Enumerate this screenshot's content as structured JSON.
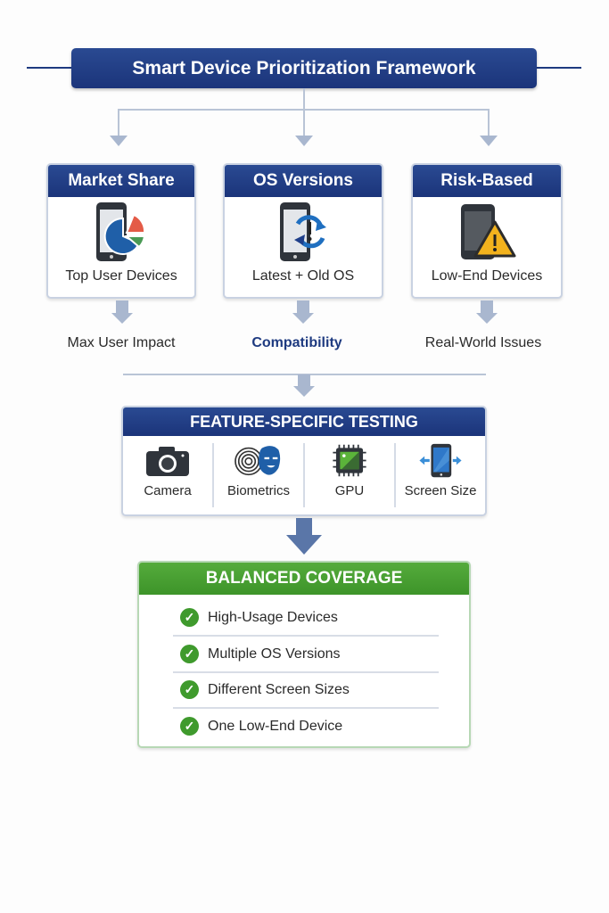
{
  "title": "Smart Device Prioritization Framework",
  "strategies": [
    {
      "header": "Market Share",
      "label": "Top User Devices",
      "outcome": "Max User Impact",
      "icon": "phone-pie-chart-icon"
    },
    {
      "header": "OS Versions",
      "label": "Latest + Old OS",
      "outcome": "Compatibility",
      "icon": "phone-update-icon"
    },
    {
      "header": "Risk-Based",
      "label": "Low-End Devices",
      "outcome": "Real-World Issues",
      "icon": "phone-warning-icon"
    }
  ],
  "feature_testing": {
    "header": "FEATURE-SPECIFIC TESTING",
    "items": [
      {
        "label": "Camera",
        "icon": "camera-icon"
      },
      {
        "label": "Biometrics",
        "icon": "fingerprint-face-icon"
      },
      {
        "label": "GPU",
        "icon": "chip-icon"
      },
      {
        "label": "Screen Size",
        "icon": "phone-resize-icon"
      }
    ]
  },
  "balanced_coverage": {
    "header": "BALANCED COVERAGE",
    "items": [
      "High-Usage Devices",
      "Multiple OS Versions",
      "Different Screen Sizes",
      "One Low-End Device"
    ]
  },
  "colors": {
    "navy": "#1e3a80",
    "green": "#45a032",
    "connector": "#a9b7cf"
  }
}
